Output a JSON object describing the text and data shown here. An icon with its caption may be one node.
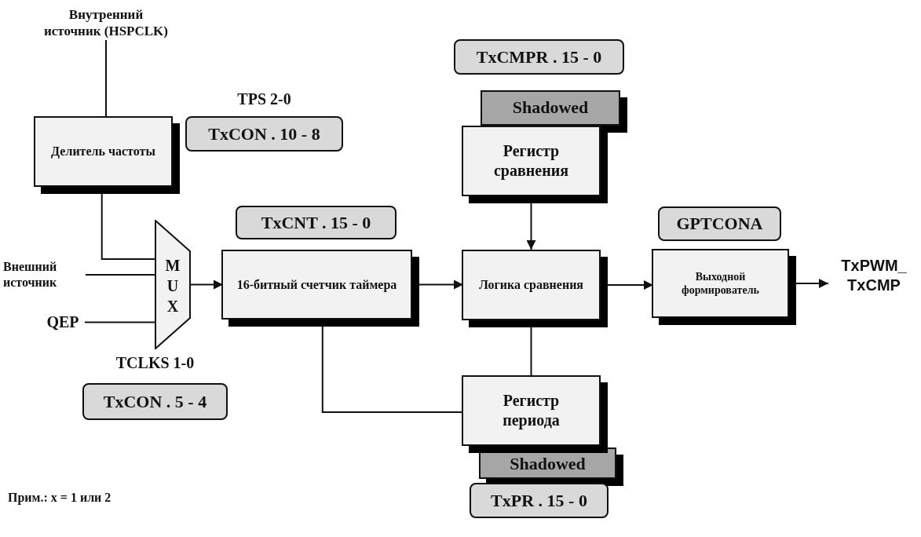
{
  "diagram": {
    "nodes": [
      {
        "text": [
          "Внутренний источник (HSPCLK)"
        ]
      },
      {
        "text": [
          "Делитель частоты"
        ]
      },
      {
        "text": [
          "TPS 2-0",
          "TxCON . 10 - 8"
        ]
      },
      {
        "text": [
          "Внешний источник"
        ]
      },
      {
        "text": [
          "QEP"
        ]
      },
      {
        "text": [
          "M U X"
        ]
      },
      {
        "text": [
          "TCLKS 1-0",
          "TxCON . 5 - 4"
        ]
      },
      {
        "text": [
          "TxCNT . 15 - 0"
        ]
      },
      {
        "text": [
          "16-битный счетчик таймера"
        ]
      },
      {
        "text": [
          "TxCMPR . 15 - 0"
        ]
      },
      {
        "text": [
          "Shadowed"
        ]
      },
      {
        "text": [
          "Регистр сравнения"
        ]
      },
      {
        "text": [
          "Логика сравнения"
        ]
      },
      {
        "text": [
          "GPTCONA"
        ]
      },
      {
        "text": [
          "Выходной формирователь"
        ]
      },
      {
        "text": [
          "TxPWM_ TxCMP"
        ]
      },
      {
        "text": [
          "Регистр периода"
        ]
      },
      {
        "text": [
          "Shadowed"
        ]
      },
      {
        "text": [
          "TxPR . 15 - 0"
        ]
      }
    ],
    "edges": [
      {
        "from": 0,
        "to": 1,
        "arrow": "none"
      },
      {
        "from": 1,
        "to": 5,
        "arrow": "none"
      },
      {
        "from": 3,
        "to": 5,
        "arrow": "none"
      },
      {
        "from": 4,
        "to": 5,
        "arrow": "none"
      },
      {
        "from": 5,
        "to": 8,
        "arrow": "to"
      },
      {
        "from": 8,
        "to": 12,
        "arrow": "to"
      },
      {
        "from": 11,
        "to": 12,
        "arrow": "to"
      },
      {
        "from": 12,
        "to": 14,
        "arrow": "to"
      },
      {
        "from": 14,
        "to": 15,
        "arrow": "to"
      },
      {
        "from": 12,
        "to": 16,
        "arrow": "none"
      },
      {
        "from": 8,
        "to": 16,
        "arrow": "none"
      }
    ],
    "labels": [
      "Прим.: x = 1 или 2"
    ]
  }
}
